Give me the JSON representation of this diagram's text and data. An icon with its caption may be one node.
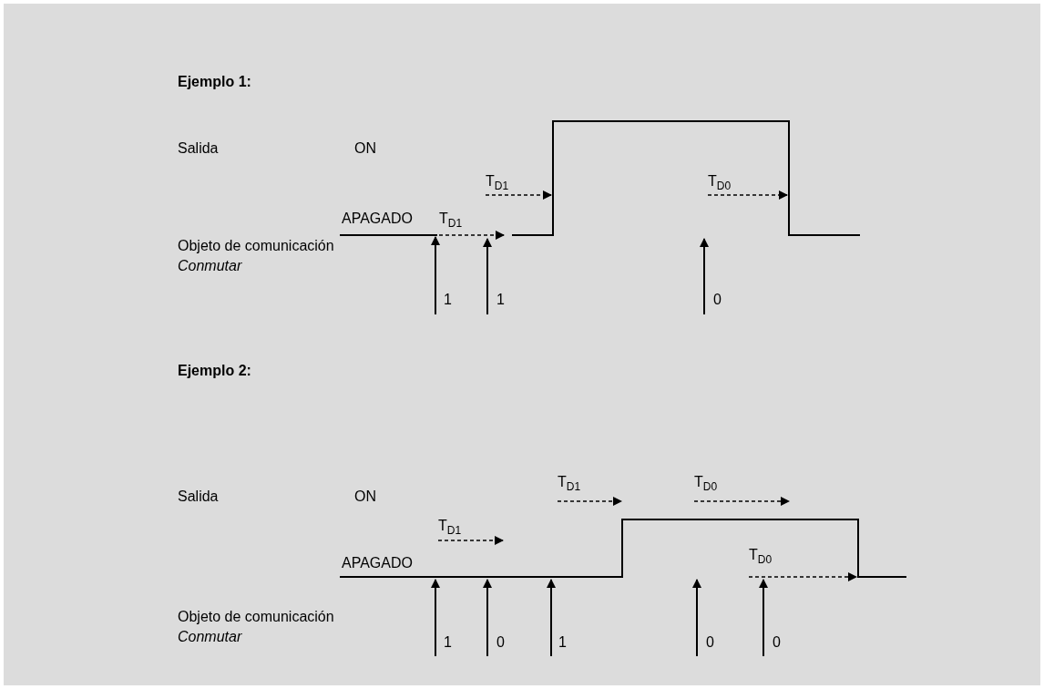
{
  "diagram": {
    "labels": [
      "Ejemplo 1:",
      "Salida",
      "ON",
      "T$_{D1}$",
      "T$_{D0}$",
      "APAGADO",
      "T$_{D1}$",
      "Objeto de comunicación",
      "Conmutar",
      "1",
      "1",
      "0",
      "Ejemplo 2:",
      "T$_{D1}$",
      "T$_{D0}$",
      "Salida",
      "ON",
      "T$_{D1}$",
      "APAGADO",
      "T$_{D0}$",
      "Objeto de comunicación",
      "Conmutar",
      "1",
      "0",
      "1",
      "0",
      "0"
    ]
  }
}
